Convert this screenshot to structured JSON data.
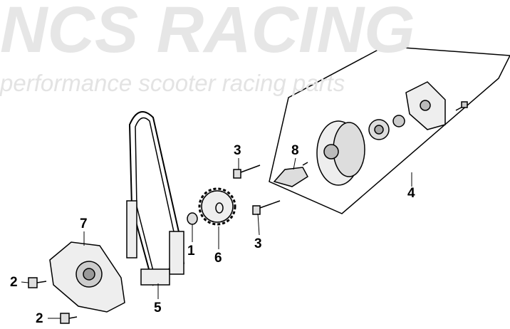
{
  "watermark": {
    "brand": "NCS RACING",
    "tagline": "performance scooter racing parts"
  },
  "callouts": [
    {
      "id": "1",
      "part": "dowel"
    },
    {
      "id": "2",
      "part": "bolt-a"
    },
    {
      "id": "2",
      "part": "bolt-b"
    },
    {
      "id": "3",
      "part": "screw-upper"
    },
    {
      "id": "3",
      "part": "screw-lower"
    },
    {
      "id": "4",
      "part": "oil-pump-assembly"
    },
    {
      "id": "5",
      "part": "chain"
    },
    {
      "id": "6",
      "part": "sprocket"
    },
    {
      "id": "7",
      "part": "cover-plate"
    },
    {
      "id": "8",
      "part": "oil-pressure-switch"
    }
  ]
}
